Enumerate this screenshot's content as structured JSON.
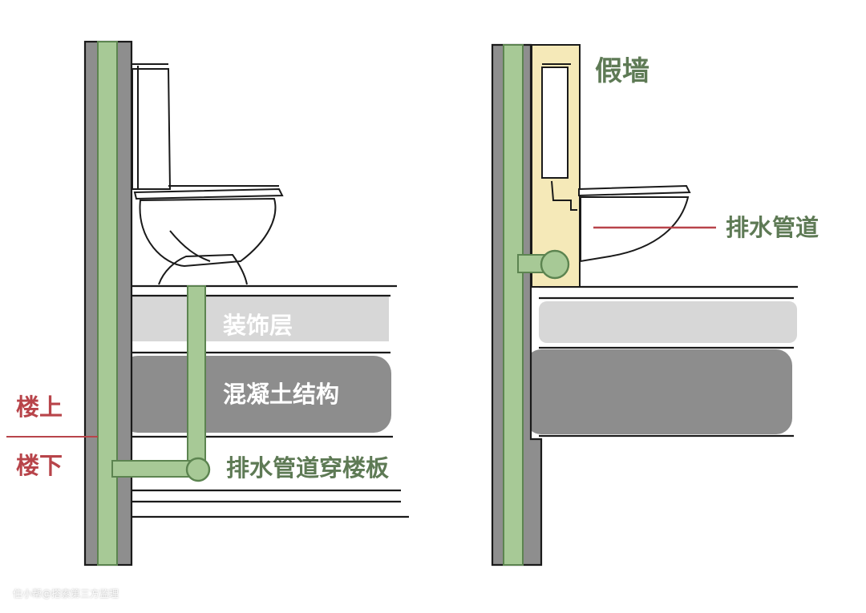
{
  "labels": {
    "decoration_layer": "装饰层",
    "concrete_structure": "混凝土结构",
    "upstairs": "楼上",
    "downstairs": "楼下",
    "drain_through_slab": "排水管道穿楼板",
    "false_wall": "假墙",
    "drain_pipe": "排水管道"
  },
  "watermark": "住小帮@搭索第三方监理",
  "colors": {
    "outline": "#1a1a1a",
    "wall_gray": "#8e8e8e",
    "pipe_green": "#a7c996",
    "pipe_outline": "#5c8450",
    "concrete_gray": "#8d8d8d",
    "decoration_gray": "#d7d7d7",
    "false_wall_fill": "#f5e9b8",
    "label_green": "#5e7a55",
    "label_red": "#b8444a"
  }
}
